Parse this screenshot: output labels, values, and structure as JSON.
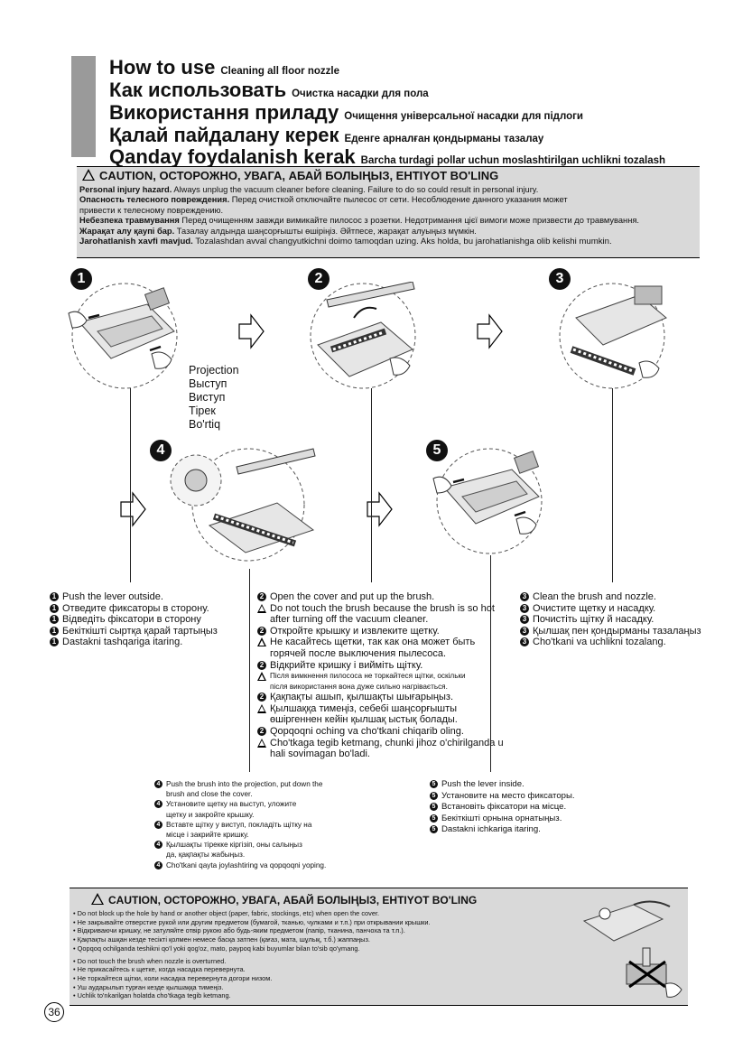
{
  "header": {
    "titles": [
      {
        "main": "How to use",
        "sub": "Cleaning all floor nozzle"
      },
      {
        "main": "Как использовать",
        "sub": "Очистка насадки для пола"
      },
      {
        "main": "Використання приладу",
        "sub": "Очищення універсальної насадки для підлоги"
      },
      {
        "main": "Қалай пайдалану керек",
        "sub": "Еденге арналған қондырманы тазалау"
      },
      {
        "main": "Qanday foydalanish kerak",
        "sub": "Barcha turdagi pollar uchun moslashtirilgan uchlikni tozalash"
      }
    ]
  },
  "caution_top": {
    "heading": "CAUTION, ОСТОРОЖНО, УВАГА, АБАЙ БОЛЫҢЫЗ, EHTIYOT BO'LING",
    "lines": [
      {
        "bold": "Personal injury hazard.",
        "text": " Always unplug the vacuum cleaner before cleaning. Failure to do so could result in personal injury."
      },
      {
        "bold": "Опасность телесного повреждения.",
        "text": " Перед очисткой отключайте пылесос от сети. Несоблюдение данного указания может"
      },
      {
        "bold": "",
        "text": "привести к телесному повреждению."
      },
      {
        "bold": "Небезпека травмування",
        "text": " Перед очищенням завжди вимикайте пилосос з розетки. Недотримання цієї вимоги може призвести до травмування."
      },
      {
        "bold": "Жарақат алу қаупі бар.",
        "text": " Тазалау алдында шаңсорғышты өшіріңіз. Әйтпесе, жарақат алуыңыз мүмкін."
      },
      {
        "bold": "Jarohatlanish xavfi mavjud.",
        "text": " Tozalashdan avval changyutkichni doimo tamoqdan uzing. Aks holda, bu jarohatlanishga olib kelishi mumkin."
      }
    ]
  },
  "steps": {
    "markers": [
      "1",
      "2",
      "3",
      "4",
      "5"
    ],
    "projection_labels": [
      "Projection",
      "Выступ",
      "Виступ",
      "Тірек",
      "Bo'rtiq"
    ]
  },
  "instructions": {
    "step1": [
      "Push the lever outside.",
      "Отведите фиксаторы в сторону.",
      "Відведіть фіксатори в сторону",
      "Бекіткішті сыртқа қарай тартыңыз",
      "Dastakni tashqariga itaring."
    ],
    "step2": [
      {
        "icon": "num",
        "text": "Open the cover and put up the brush."
      },
      {
        "icon": "warn",
        "text": "Do not touch the brush because the brush is so hot\nafter turning off the vacuum cleaner."
      },
      {
        "icon": "num",
        "text": "Откройте крышку и извлеките щетку."
      },
      {
        "icon": "warn",
        "text": "Не касайтесь щетки, так как она может быть\nгорячей после выключения пылесоса."
      },
      {
        "icon": "num",
        "text": "Відкрийте кришку і вийміть щітку."
      },
      {
        "icon": "warn",
        "text": "Після вимкнення пилососа не торкайтеся щітки, оскільки\nпісля використання вона дуже сильно нагрівається."
      },
      {
        "icon": "num",
        "text": "Қақпақты ашып, қылшақты шығарыңыз."
      },
      {
        "icon": "warn",
        "text": "Қылшаққа тимеңіз, себебі шаңсорғышты\nөшіргеннен кейін қылшақ ыстық болады."
      },
      {
        "icon": "num",
        "text": "Qopqoqni oching va cho'tkani chiqarib oling."
      },
      {
        "icon": "warn",
        "text": "Cho'tkaga tegib ketmang, chunki jihoz o'chirilganda u\nhali sovimagan bo'ladi."
      }
    ],
    "step3": [
      "Clean the brush and nozzle.",
      "Очистите щетку и насадку.",
      "Почистіть щітку й насадку.",
      "Қылшақ пен қондырманы тазалаңыз",
      "Cho'tkani va uchlikni tozalang."
    ],
    "step4": [
      "Push the brush into the projection, put down the\nbrush and close the cover.",
      "Установите щетку на выступ, уложите\nщетку и закройте крышку.",
      "Вставте щітку у виступ, покладіть щітку на\nмісце і закрийте кришку.",
      "Қылшақты тірекке кіргізіп, оны салыңыз\nда, қақпақты жабыңыз.",
      "Cho'tkani qayta joylashtiring va qopqoqni yoping."
    ],
    "step5": [
      "Push the lever inside.",
      "Установите на место фиксаторы.",
      "Встановіть фіксатори на місце.",
      "Бекіткішті орнына орнатыңыз.",
      "Dastakni ichkariga itaring."
    ]
  },
  "caution_bottom": {
    "heading": "CAUTION, ОСТОРОЖНО, УВАГА, АБАЙ БОЛЫҢЫЗ, EHTIYOT BO'LING",
    "group1": [
      "• Do not block up the hole by hand or another object (paper, fabric, stockings, etc) when open the cover.",
      "• Не закрывайте отверстие рукой или другим предметом (бумагой, тканью, чулками и т.п.) при открывании крышки.",
      "• Відкриваючи кришку, не затуляйте отвір рукою або будь-яким предметом (папір, тканина, панчоха та т.п.).",
      "• Қақпақты ашқан кезде тесікті қолмен немесе басқа затпен (қағаз, мата, шұлық, т.б.) жаппаңыз.",
      "• Qopqoq ochilganda teshikni qo'l yoki qog'oz, mato, paypoq kabi buyumlar bilan to'sib qo'ymang."
    ],
    "group2": [
      "• Do not touch the brush when nozzle is overturned.",
      "• Не прикасайтесь к щетке, когда насадка перевернута.",
      "• Не торкайтеся щітки, коли насадка перевернута догори низом.",
      "• Уш аударылып турған кезде қылшаққа тимеңіз.",
      "• Uchlik to'nkarilgan holatda cho'tkaga tegib ketmang."
    ]
  },
  "page_number": "36",
  "colors": {
    "caution_bg": "#d9d9d9",
    "header_bar": "#9a9a9a"
  }
}
